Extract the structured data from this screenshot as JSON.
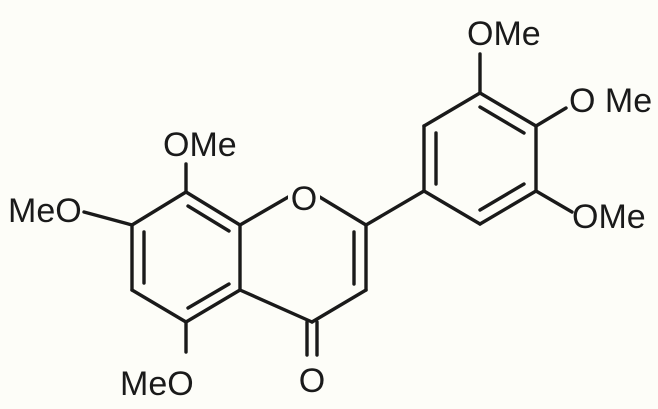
{
  "labels": {
    "ring_oxygen": "O",
    "carbonyl_oxygen": "O",
    "c8_methoxy": "OMe",
    "c7_methoxy": "MeO",
    "c5_methoxy": "MeO",
    "c3p_methoxy": "OMe",
    "c4p_methoxy": "O Me",
    "c5p_methoxy": "OMe"
  },
  "colors": {
    "ink": "#1a1a1a",
    "paper": "#fdfdf8"
  }
}
